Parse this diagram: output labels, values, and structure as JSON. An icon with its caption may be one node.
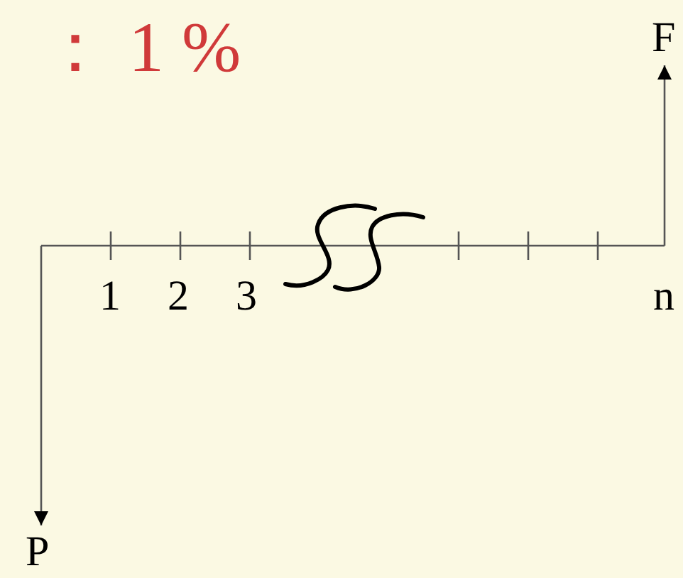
{
  "diagram": {
    "nodes": [
      {
        "text": [
          "F"
        ]
      },
      {
        "text": [
          "P"
        ]
      }
    ],
    "edges": [
      {
        "from": null,
        "to": 0,
        "arrow": "to"
      },
      {
        "from": null,
        "to": 1,
        "arrow": "to"
      }
    ],
    "labels": [
      "： 1 %",
      "1",
      "2",
      "3",
      "n"
    ]
  }
}
